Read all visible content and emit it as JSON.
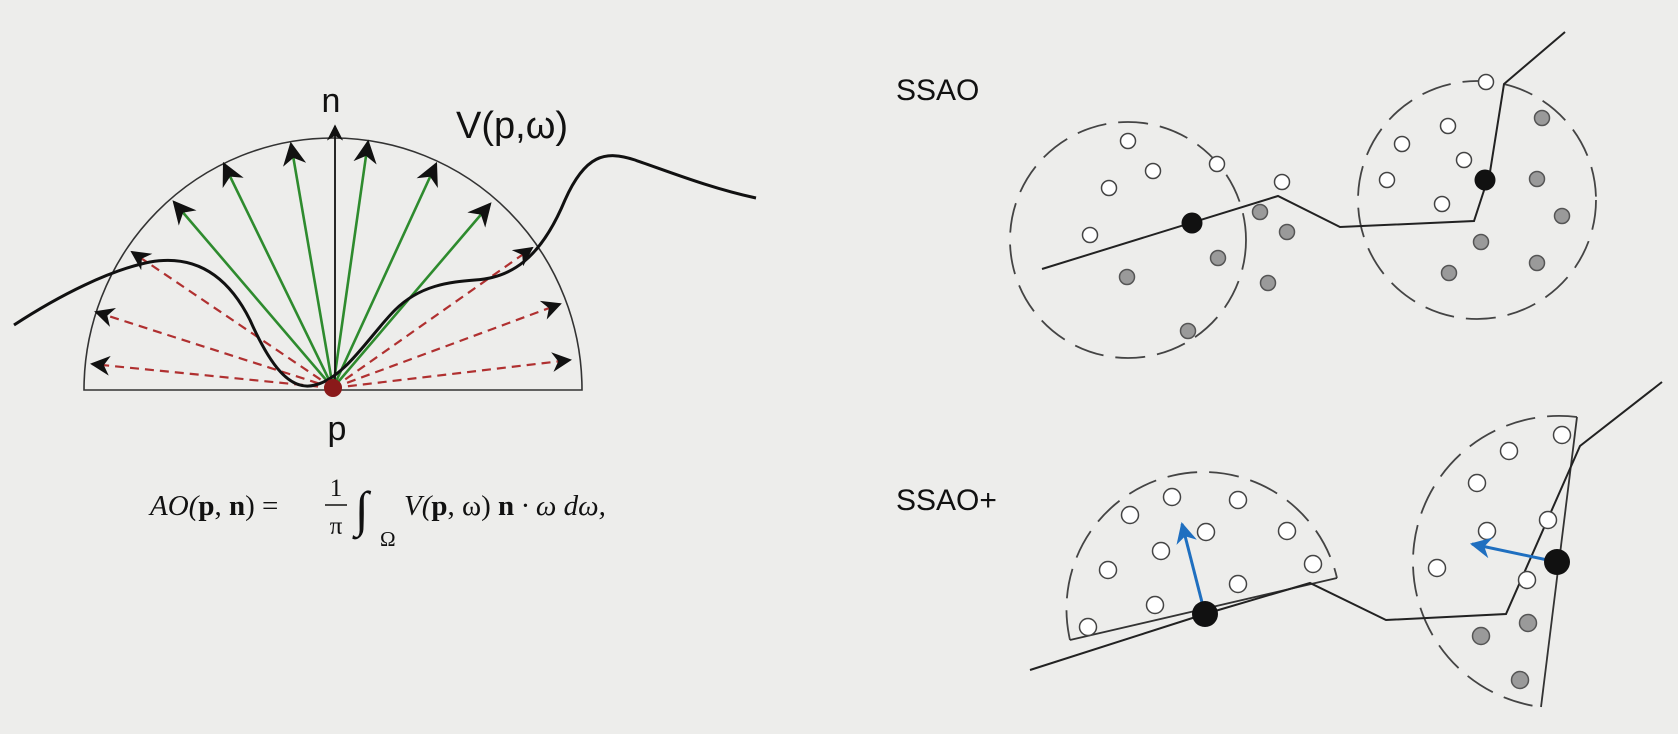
{
  "labels": {
    "normal": "n",
    "visibility": "V(p,ω)",
    "point": "p",
    "ssao": "SSAO",
    "ssao_plus": "SSAO+"
  },
  "formula": {
    "lhs": "AO(",
    "p": "p",
    "comma": ", ",
    "n": "n",
    "close_eq": ") = ",
    "frac_num": "1",
    "frac_den": "π",
    "integral": "∫",
    "domain": "Ω",
    "V": "V(",
    "p2": "p",
    "omega_close": ", ω) ",
    "n2": "n",
    "tail": " · ω dω,"
  },
  "colors": {
    "background": "#ededeb",
    "green_ray": "#2e8b2e",
    "red_ray": "#b03030",
    "blue_normal": "#1f6fc0",
    "occluded_sample": "#9a9a9a"
  }
}
